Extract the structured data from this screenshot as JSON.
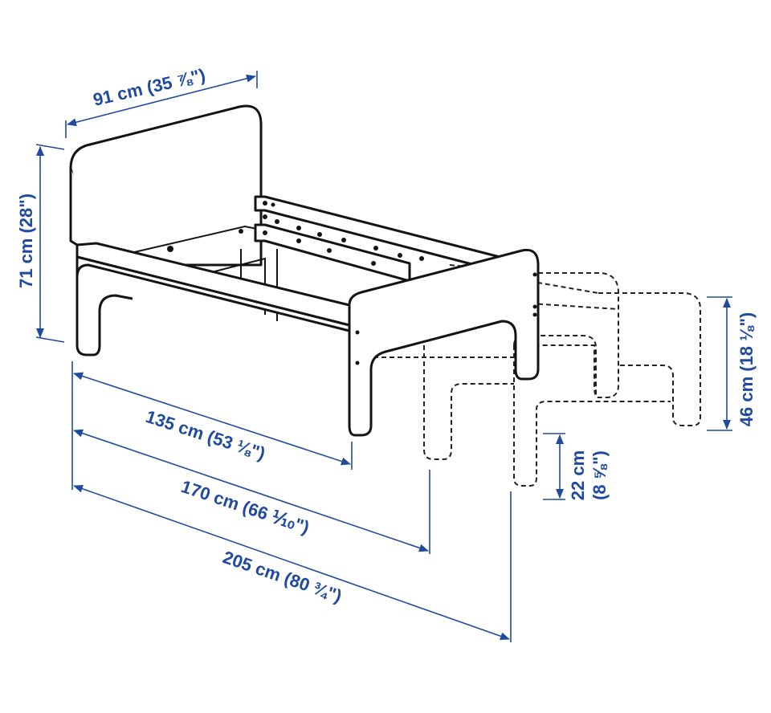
{
  "colors": {
    "dimension": "#1f4aa0",
    "outline": "#141414",
    "background": "#ffffff"
  },
  "dimensions": {
    "width": "91 cm (35 ⅞\")",
    "height": "71 cm (28\")",
    "length_short": "135 cm (53 ⅛\")",
    "length_mid": "170 cm (66 ⅒\")",
    "length_long": "205 cm (80 ¾\")",
    "side_height": "46 cm (18 ⅛\")",
    "clearance_cm": "22 cm",
    "clearance_in": "(8 ⅝\")"
  }
}
